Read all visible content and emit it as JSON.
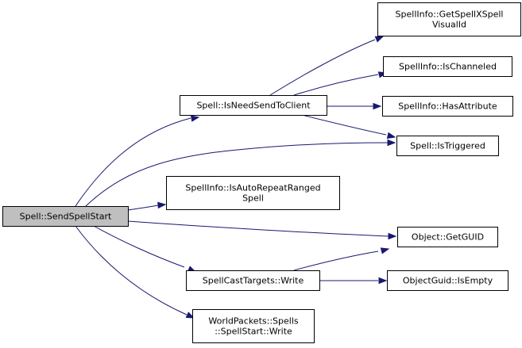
{
  "diagram": {
    "colors": {
      "edge": "#191970",
      "root_fill": "#bfbfbf",
      "node_fill": "#ffffff",
      "border": "#000000"
    },
    "nodes": [
      {
        "id": "root",
        "lines": [
          "Spell::SendSpellStart"
        ],
        "root": true
      },
      {
        "id": "needsend",
        "lines": [
          "Spell::IsNeedSendToClient"
        ]
      },
      {
        "id": "autorepeat",
        "lines": [
          "SpellInfo::IsAutoRepeatRanged",
          "Spell"
        ]
      },
      {
        "id": "cttwrite",
        "lines": [
          "SpellCastTargets::Write"
        ]
      },
      {
        "id": "wpwrite",
        "lines": [
          "WorldPackets::Spells",
          "::SpellStart::Write"
        ]
      },
      {
        "id": "visual",
        "lines": [
          "SpellInfo::GetSpellXSpell",
          "VisualId"
        ]
      },
      {
        "id": "channeled",
        "lines": [
          "SpellInfo::IsChanneled"
        ]
      },
      {
        "id": "hasattr",
        "lines": [
          "SpellInfo::HasAttribute"
        ]
      },
      {
        "id": "triggered",
        "lines": [
          "Spell::IsTriggered"
        ]
      },
      {
        "id": "getguid",
        "lines": [
          "Object::GetGUID"
        ]
      },
      {
        "id": "isempty",
        "lines": [
          "ObjectGuid::IsEmpty"
        ]
      }
    ],
    "edges": [
      {
        "from": "root",
        "to": "needsend"
      },
      {
        "from": "root",
        "to": "triggered"
      },
      {
        "from": "root",
        "to": "autorepeat"
      },
      {
        "from": "root",
        "to": "getguid"
      },
      {
        "from": "root",
        "to": "cttwrite"
      },
      {
        "from": "root",
        "to": "wpwrite"
      },
      {
        "from": "needsend",
        "to": "visual"
      },
      {
        "from": "needsend",
        "to": "channeled"
      },
      {
        "from": "needsend",
        "to": "hasattr"
      },
      {
        "from": "needsend",
        "to": "triggered"
      },
      {
        "from": "cttwrite",
        "to": "getguid"
      },
      {
        "from": "cttwrite",
        "to": "isempty"
      }
    ]
  }
}
